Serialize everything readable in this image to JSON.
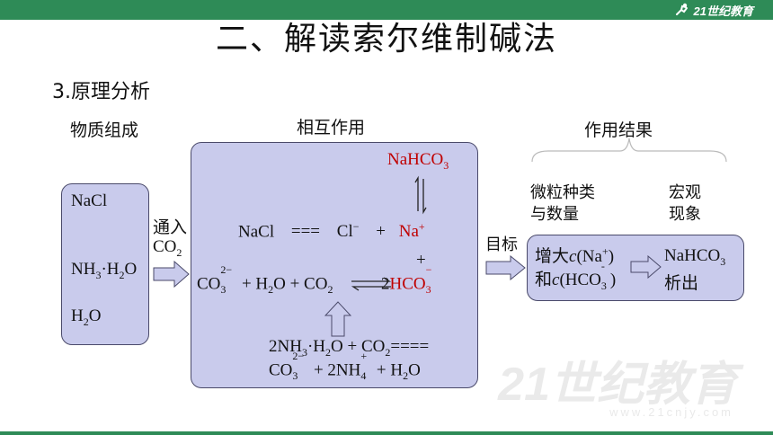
{
  "logo": {
    "text": "21世纪教育"
  },
  "title": "二、解读索尔维制碱法",
  "subtitle": "3.原理分析",
  "headings": {
    "composition": "物质组成",
    "interaction": "相互作用",
    "result": "作用结果"
  },
  "composition_box": {
    "nacl": "NaCl",
    "nh3": "NH",
    "nh3_sub": "3",
    "nh3_tail": "·H",
    "nh3_sub2": "2",
    "nh3_o": "O",
    "h2o_h": "H",
    "h2o_sub": "2",
    "h2o_o": "O"
  },
  "arrow1": {
    "label1": "通入",
    "label2": "CO",
    "label2_sub": "2"
  },
  "interaction_box": {
    "top_red": "NaHCO",
    "top_red_sub": "3",
    "eq_nacl": "NaCl",
    "eq_sign": "===",
    "cl": "Cl",
    "cl_sup": "−",
    "plus1": "+",
    "na": "Na",
    "na_sup": "+",
    "plus2": "+",
    "co3": "CO",
    "co3_sub": "3",
    "co3_sup": "2−",
    "mid": "+ H",
    "mid_sub": "2",
    "mid2": "O + CO",
    "mid2_sub": "2",
    "hco3_coef": "2",
    "hco3": "HCO",
    "hco3_sub": "3",
    "hco3_sup": "−",
    "bottom1_a": "2NH",
    "bottom1_a_sub": "3",
    "bottom1_b": "·H",
    "bottom1_b_sub": "2",
    "bottom1_c": "O + CO",
    "bottom1_c_sub": "2",
    "bottom1_d": "====",
    "bottom2_a": "CO",
    "bottom2_a_sub": "3",
    "bottom2_a_sup": "2−",
    "bottom2_b": "+ 2NH",
    "bottom2_b_sub": "4",
    "bottom2_b_sup": "+",
    "bottom2_c": "+ H",
    "bottom2_c_sub": "2",
    "bottom2_d": "O"
  },
  "arrow2": {
    "label": "目标"
  },
  "result_headers": {
    "micro1": "微粒种类",
    "micro2": "与数量",
    "macro1": "宏观",
    "macro2": "现象"
  },
  "result_box": {
    "increase": "增大",
    "c1": "c",
    "c1_paren": "(Na",
    "c1_sup": "+",
    "c1_close": ")",
    "and": "和",
    "c2": "c",
    "c2_paren": "(HCO",
    "c2_sub": "3",
    "c2_sup": "-",
    "c2_close": ")",
    "product": "NaHCO",
    "product_sub": "3",
    "precip": "析出"
  },
  "watermark": {
    "main": "21世纪教育",
    "url": "www.21cnjy.com"
  },
  "colors": {
    "box_fill": "#c9cbec",
    "red": "#c00000",
    "brand": "#2e8b57"
  }
}
